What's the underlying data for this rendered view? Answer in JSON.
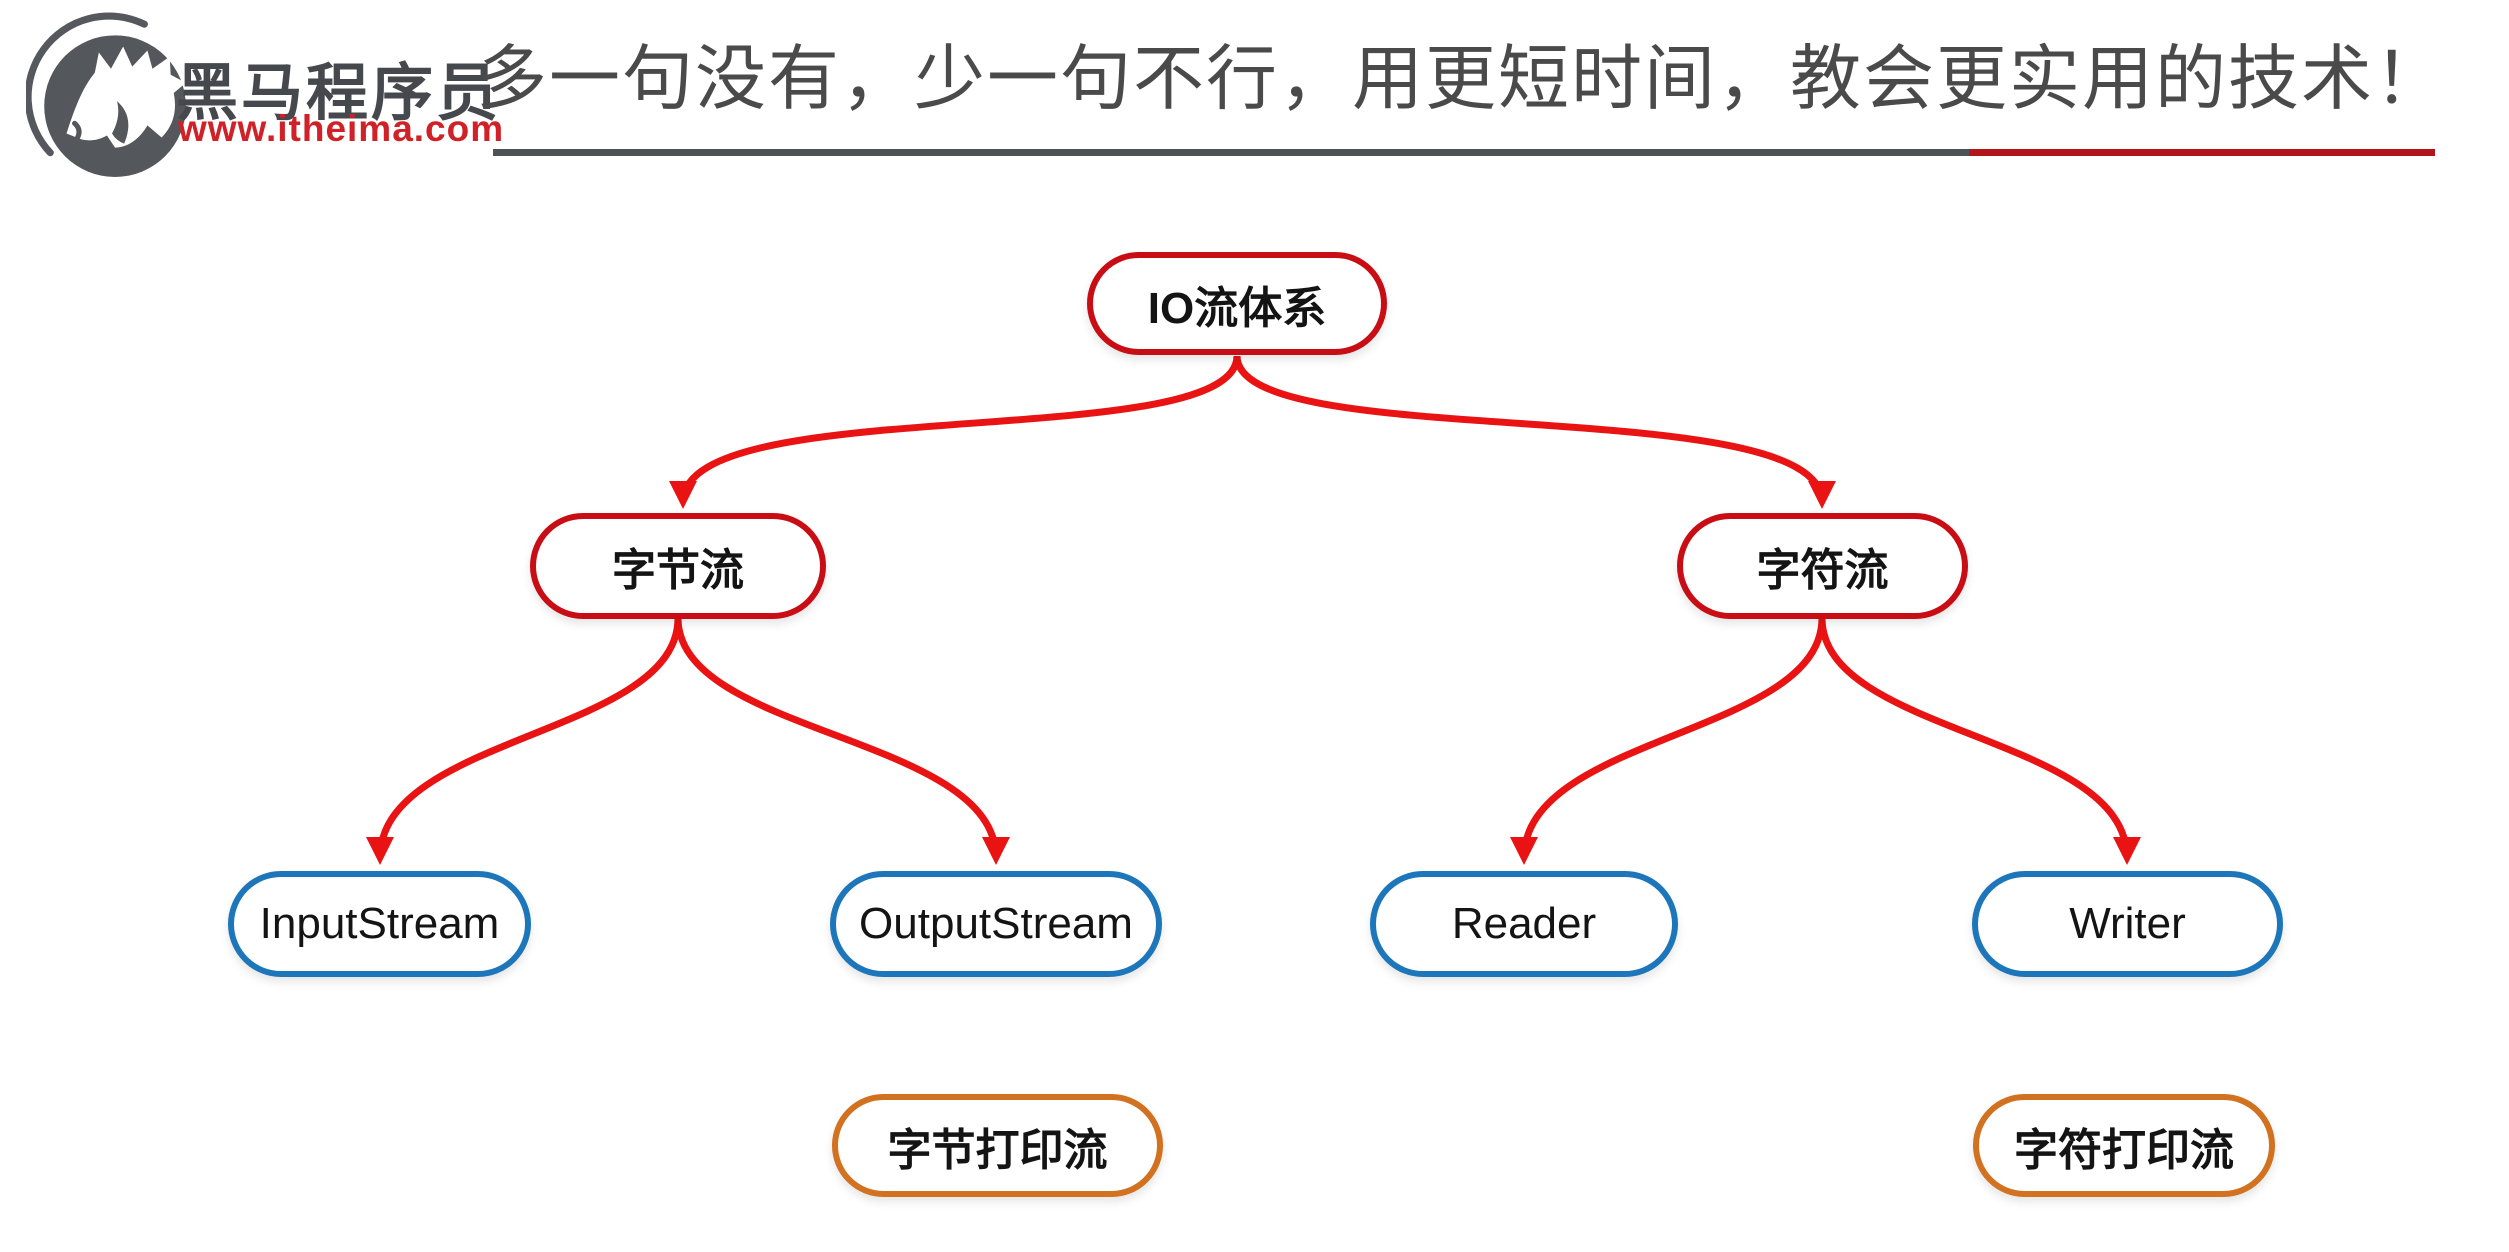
{
  "header": {
    "logo": {
      "brand": "黑马程序员",
      "url": "www.itheima.com"
    },
    "slogan": "多一句没有，少一句不行，用更短时间，教会更实用的技术！",
    "divider": {
      "left_color": "#4d5257",
      "right_color": "#b3151c"
    }
  },
  "colors": {
    "node_red_border": "#c90d15",
    "node_blue_border": "#1e76ba",
    "node_orange_border": "#d2711f",
    "edge_red": "#ea1313",
    "brand_gray": "#45484d",
    "brand_url_red": "#cf2127"
  },
  "diagram": {
    "root": {
      "label": "IO流体系"
    },
    "branches": [
      {
        "label": "字节流"
      },
      {
        "label": "字符流"
      }
    ],
    "leaves": [
      {
        "label": "InputStream"
      },
      {
        "label": "OutputStream"
      },
      {
        "label": "Reader"
      },
      {
        "label": "Writer"
      }
    ],
    "extras": [
      {
        "label": "字节打印流"
      },
      {
        "label": "字符打印流"
      }
    ]
  }
}
